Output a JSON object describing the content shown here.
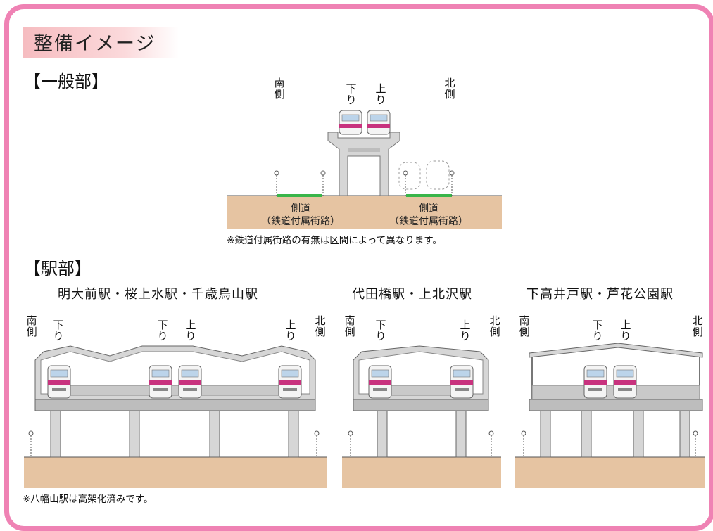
{
  "title": "整備イメージ",
  "general": {
    "label": "【一般部】",
    "south": "南\n側",
    "north": "北\n側",
    "down": "下\nり",
    "up": "上\nり",
    "side_road_1": "側道",
    "side_road_1_sub": "（鉄道付属街路）",
    "side_road_2": "側道",
    "side_road_2_sub": "（鉄道付属街路）",
    "note": "※鉄道付属街路の有無は区間によって異なります。"
  },
  "stations": {
    "label": "【駅部】",
    "groups": [
      {
        "title": "明大前駅・桜上水駅・千歳烏山駅",
        "south": "南\n側",
        "north": "北\n側",
        "down_a": "下\nり",
        "down_b": "下\nり",
        "up_a": "上\nり",
        "up_b": "上\nり"
      },
      {
        "title": "代田橋駅・上北沢駅",
        "south": "南\n側",
        "north": "北\n側",
        "down": "下\nり",
        "up": "上\nり"
      },
      {
        "title": "下高井戸駅・芦花公園駅",
        "south": "南\n側",
        "north": "北\n側",
        "down": "下\nり",
        "up": "上\nり"
      }
    ],
    "note": "※八幡山駅は高架化済みです。"
  },
  "colors": {
    "frame": "#ef82b4",
    "title_band": "#f6bcc0",
    "ground": "#e6c4a2",
    "structure": "#d6d6d6",
    "side_road": "#39b54a",
    "train_stripe": "#c8327e"
  }
}
